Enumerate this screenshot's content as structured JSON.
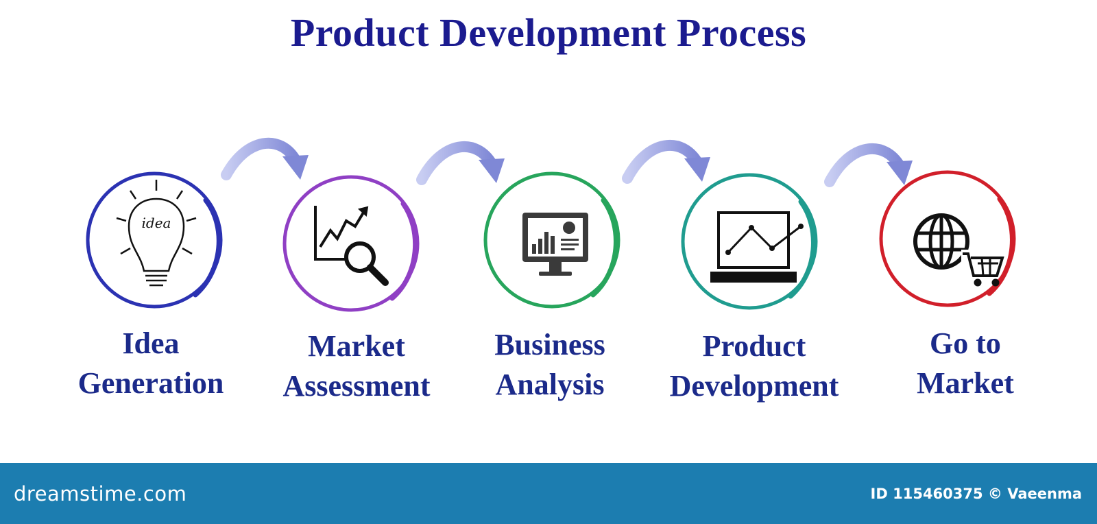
{
  "title": "Product Development Process",
  "steps": [
    {
      "line1": "Idea",
      "line2": "Generation",
      "icon": "lightbulb-idea-icon",
      "color": "#2b32b2",
      "icon_text": "idea"
    },
    {
      "line1": "Market",
      "line2": "Assessment",
      "icon": "chart-magnifier-icon",
      "color": "#8f3fc4"
    },
    {
      "line1": "Business",
      "line2": "Analysis",
      "icon": "monitor-dashboard-icon",
      "color": "#27a55c"
    },
    {
      "line1": "Product",
      "line2": "Development",
      "icon": "laptop-chart-icon",
      "color": "#1f9c8f"
    },
    {
      "line1": "Go to",
      "line2": "Market",
      "icon": "globe-cart-icon",
      "color": "#d11f2a"
    }
  ],
  "arrow_color": "#8a92dc",
  "text_color": "#1b2a8a",
  "footer": {
    "brand": "dreamstime.com",
    "credit": "ID 115460375 © Vaeenma",
    "background": "#1c7db0"
  }
}
